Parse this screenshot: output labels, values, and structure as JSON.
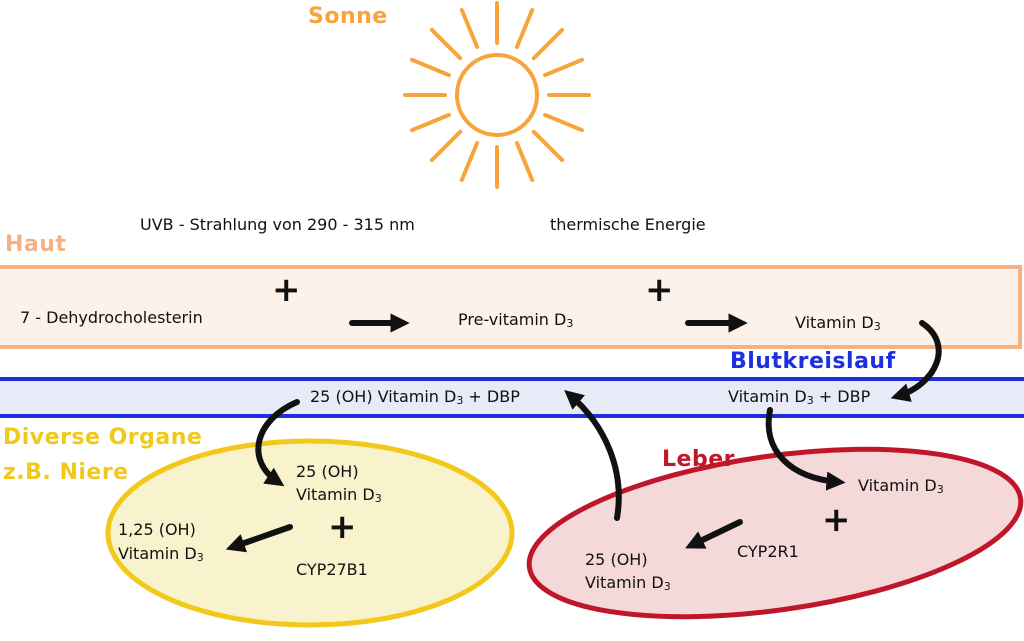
{
  "colors": {
    "sun": "#f7a43a",
    "haut": "#f5b083",
    "haut_fill": "#fdf2ea",
    "blood": "#1e2fe0",
    "blood_fill": "#e8ebf7",
    "organ_outline": "#f2c81a",
    "organ_text": "#f2c81a",
    "organ_fill": "#f8f3cd",
    "leber_outline": "#c0162a",
    "leber_fill": "#f5d9d9",
    "leber_text": "#c0162a",
    "arrow": "#111111"
  },
  "title": {
    "sun": "Sonne"
  },
  "sun_icon": "sun-icon",
  "sky": {
    "uvb": "UVB - Strahlung von 290 - 315 nm",
    "thermal": "thermische Energie"
  },
  "haut": {
    "label": "Haut",
    "dehydro": "7 - Dehydrocholesterin",
    "plus1": "+",
    "plus2": "+",
    "previtamin": "Pre-vitamin D",
    "previtamin_sub": "3",
    "vitamin": "Vitamin D",
    "vitamin_sub": "3"
  },
  "blood": {
    "label": "Blutkreislauf",
    "left_main": "25 (OH) Vitamin D",
    "left_sub": "3",
    "left_tail": " + DBP",
    "right_main": "Vitamin D",
    "right_sub": "3",
    "right_tail": " + DBP"
  },
  "organs": {
    "label_line1": "Diverse Organe",
    "label_line2": "z.B. Niere",
    "oh25_line1": "25 (OH)",
    "oh25_line2": "Vitamin D",
    "oh25_sub": "3",
    "plus": "+",
    "enzyme": "CYP27B1",
    "product_line1": "1,25 (OH)",
    "product_line2": "Vitamin D",
    "product_sub": "3"
  },
  "leber": {
    "label": "Leber",
    "vitamin": "Vitamin D",
    "vitamin_sub": "3",
    "plus": "+",
    "enzyme": "CYP2R1",
    "product_line1": "25 (OH)",
    "product_line2": "Vitamin D",
    "product_sub": "3"
  }
}
